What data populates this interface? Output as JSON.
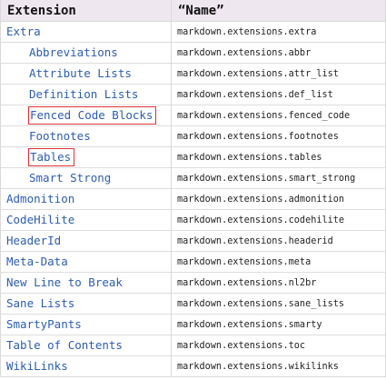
{
  "table": {
    "headers": [
      "Extension",
      "“Name”"
    ],
    "rows": [
      {
        "extension": "Extra",
        "name": "markdown.extensions.extra",
        "indent": false,
        "highlighted": false
      },
      {
        "extension": "Abbreviations",
        "name": "markdown.extensions.abbr",
        "indent": true,
        "highlighted": false
      },
      {
        "extension": "Attribute Lists",
        "name": "markdown.extensions.attr_list",
        "indent": true,
        "highlighted": false
      },
      {
        "extension": "Definition Lists",
        "name": "markdown.extensions.def_list",
        "indent": true,
        "highlighted": false
      },
      {
        "extension": "Fenced Code Blocks",
        "name": "markdown.extensions.fenced_code",
        "indent": true,
        "highlighted": true
      },
      {
        "extension": "Footnotes",
        "name": "markdown.extensions.footnotes",
        "indent": true,
        "highlighted": false
      },
      {
        "extension": "Tables",
        "name": "markdown.extensions.tables",
        "indent": true,
        "highlighted": true
      },
      {
        "extension": "Smart Strong",
        "name": "markdown.extensions.smart_strong",
        "indent": true,
        "highlighted": false
      },
      {
        "extension": "Admonition",
        "name": "markdown.extensions.admonition",
        "indent": false,
        "highlighted": false
      },
      {
        "extension": "CodeHilite",
        "name": "markdown.extensions.codehilite",
        "indent": false,
        "highlighted": false
      },
      {
        "extension": "HeaderId",
        "name": "markdown.extensions.headerid",
        "indent": false,
        "highlighted": false
      },
      {
        "extension": "Meta-Data",
        "name": "markdown.extensions.meta",
        "indent": false,
        "highlighted": false
      },
      {
        "extension": "New Line to Break",
        "name": "markdown.extensions.nl2br",
        "indent": false,
        "highlighted": false
      },
      {
        "extension": "Sane Lists",
        "name": "markdown.extensions.sane_lists",
        "indent": false,
        "highlighted": false
      },
      {
        "extension": "SmartyPants",
        "name": "markdown.extensions.smarty",
        "indent": false,
        "highlighted": false
      },
      {
        "extension": "Table of Contents",
        "name": "markdown.extensions.toc",
        "indent": false,
        "highlighted": false
      },
      {
        "extension": "WikiLinks",
        "name": "markdown.extensions.wikilinks",
        "indent": false,
        "highlighted": false
      }
    ]
  },
  "colors": {
    "header_background": "#efe7f0",
    "link_text": "#2c5db2",
    "highlight_box": "#e03232",
    "grid_line": "#dddddd"
  }
}
